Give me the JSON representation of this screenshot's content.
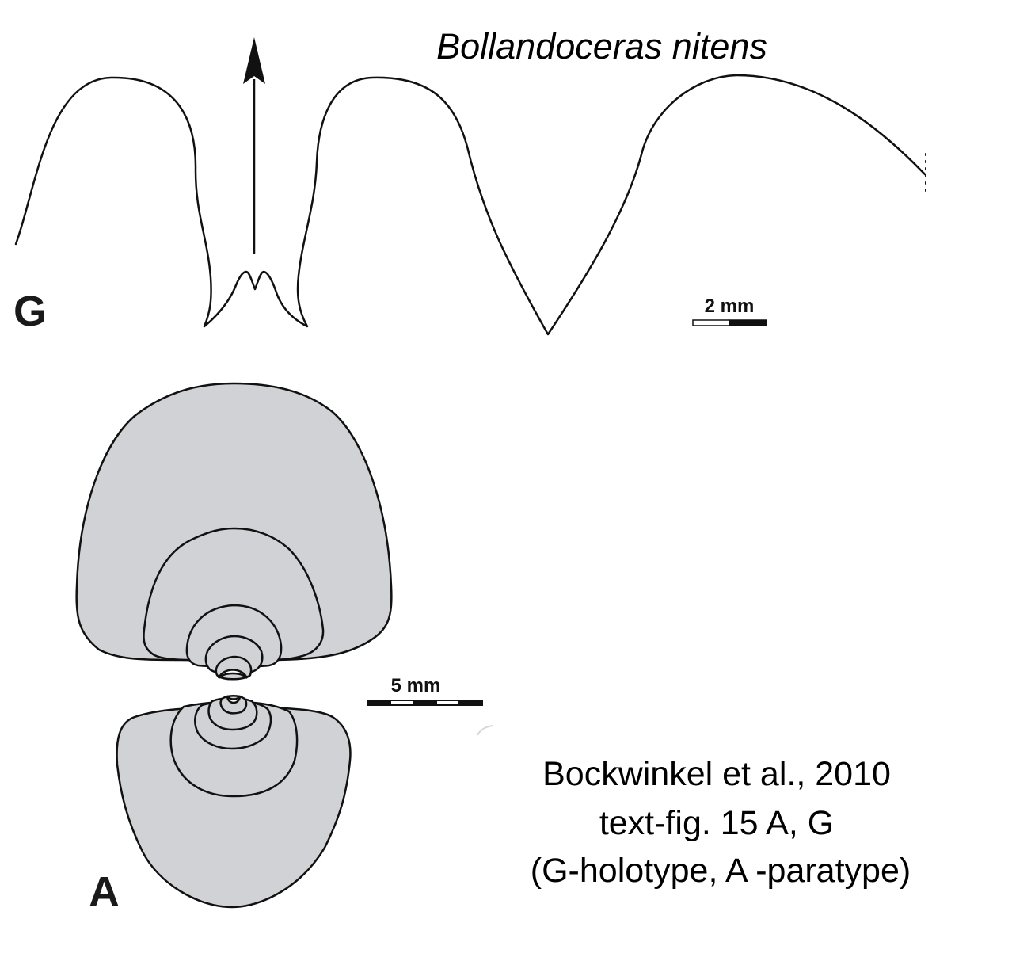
{
  "figure": {
    "title": "Bollandoceras nitens",
    "panels": {
      "g": {
        "label": "G",
        "scale_bar": "2 mm"
      },
      "a": {
        "label": "A",
        "scale_bar": "5 mm"
      }
    },
    "caption": {
      "line1": "Bockwinkel et al., 2010",
      "line2": "text-fig. 15 A, G",
      "line3": "(G-holotype, A -paratype)"
    }
  },
  "colors": {
    "line": "#111111",
    "shell_fill": "#d0d2d5",
    "background": "#ffffff"
  }
}
